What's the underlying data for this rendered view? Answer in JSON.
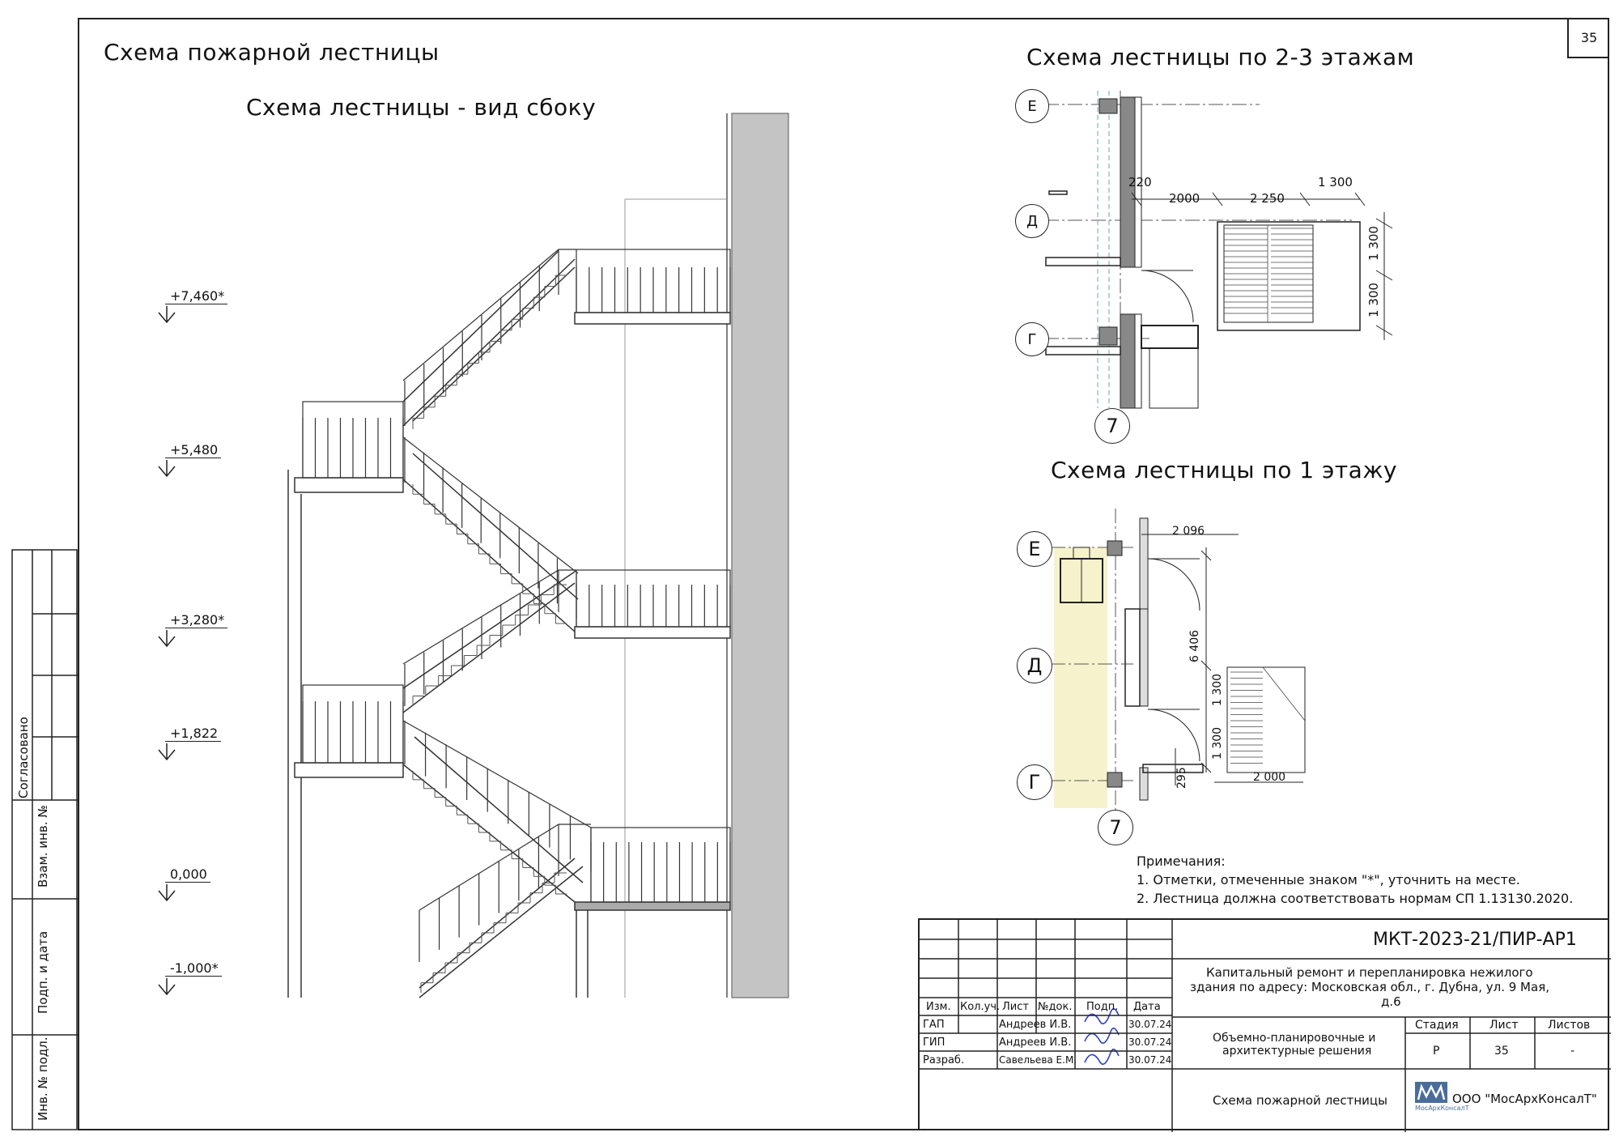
{
  "sheet_number": "35",
  "titles": {
    "main": "Схема пожарной лестницы",
    "side_view": "Схема лестницы - вид сбоку",
    "floors_2_3": "Схема лестницы по 2-3 этажам",
    "floor_1": "Схема лестницы по 1 этажу"
  },
  "elevations": [
    "+7,460*",
    "+5,480",
    "+3,280*",
    "+1,822",
    "0,000",
    "-1,000*"
  ],
  "axes": {
    "e": "Е",
    "d": "Д",
    "g": "Г",
    "seven": "7"
  },
  "dims_23": {
    "d220": "220",
    "d2000": "2000",
    "d2250": "2 250",
    "d1300a": "1 300",
    "d1300v1": "1 300",
    "d1300v2": "1 300"
  },
  "dims_1": {
    "d2096": "2 096",
    "d6406": "6 406",
    "d1300v1": "1 300",
    "d1300v2": "1 300",
    "d295": "295",
    "d2000": "2 000"
  },
  "notes": {
    "heading": "Примечания:",
    "line1": "1. Отметки, отмеченные знаком \"*\", уточнить на месте.",
    "line2": "2. Лестница должна соответствовать нормам СП 1.13130.2020."
  },
  "stamp": {
    "code": "МКТ-2023-21/ПИР-АР1",
    "project": [
      "Капитальный ремонт и перепланировка нежилого",
      "здания по адресу: Московская обл., г. Дубна, ул. 9 Мая,",
      "д.6"
    ],
    "headers": {
      "izm": "Изм.",
      "kol": "Кол.уч.",
      "list": "Лист",
      "ndoc": "№док.",
      "podp": "Подп.",
      "data": "Дата"
    },
    "rows": [
      {
        "role": "ГАП",
        "name": "Андреев И.В.",
        "date": "30.07.24"
      },
      {
        "role": "ГИП",
        "name": "Андреев И.В.",
        "date": "30.07.24"
      },
      {
        "role": "Разраб.",
        "name": "Савельева Е.М.",
        "date": "30.07.24"
      }
    ],
    "section": [
      "Объемно-планировочные и",
      "архитектурные решения"
    ],
    "stage_label": "Стадия",
    "sheet_label": "Лист",
    "sheets_label": "Листов",
    "stage": "Р",
    "sheet": "35",
    "sheets": "-",
    "drawing_name": "Схема пожарной лестницы",
    "org": "ООО \"МосАрхКонсалТ\"",
    "logo_text": "МосАрхКонсалТ"
  },
  "sidebar": {
    "agreed": "Согласовано",
    "vzam": "Взам. инв. №",
    "podp": "Подп. и дата",
    "inv": "Инв. № подл."
  }
}
